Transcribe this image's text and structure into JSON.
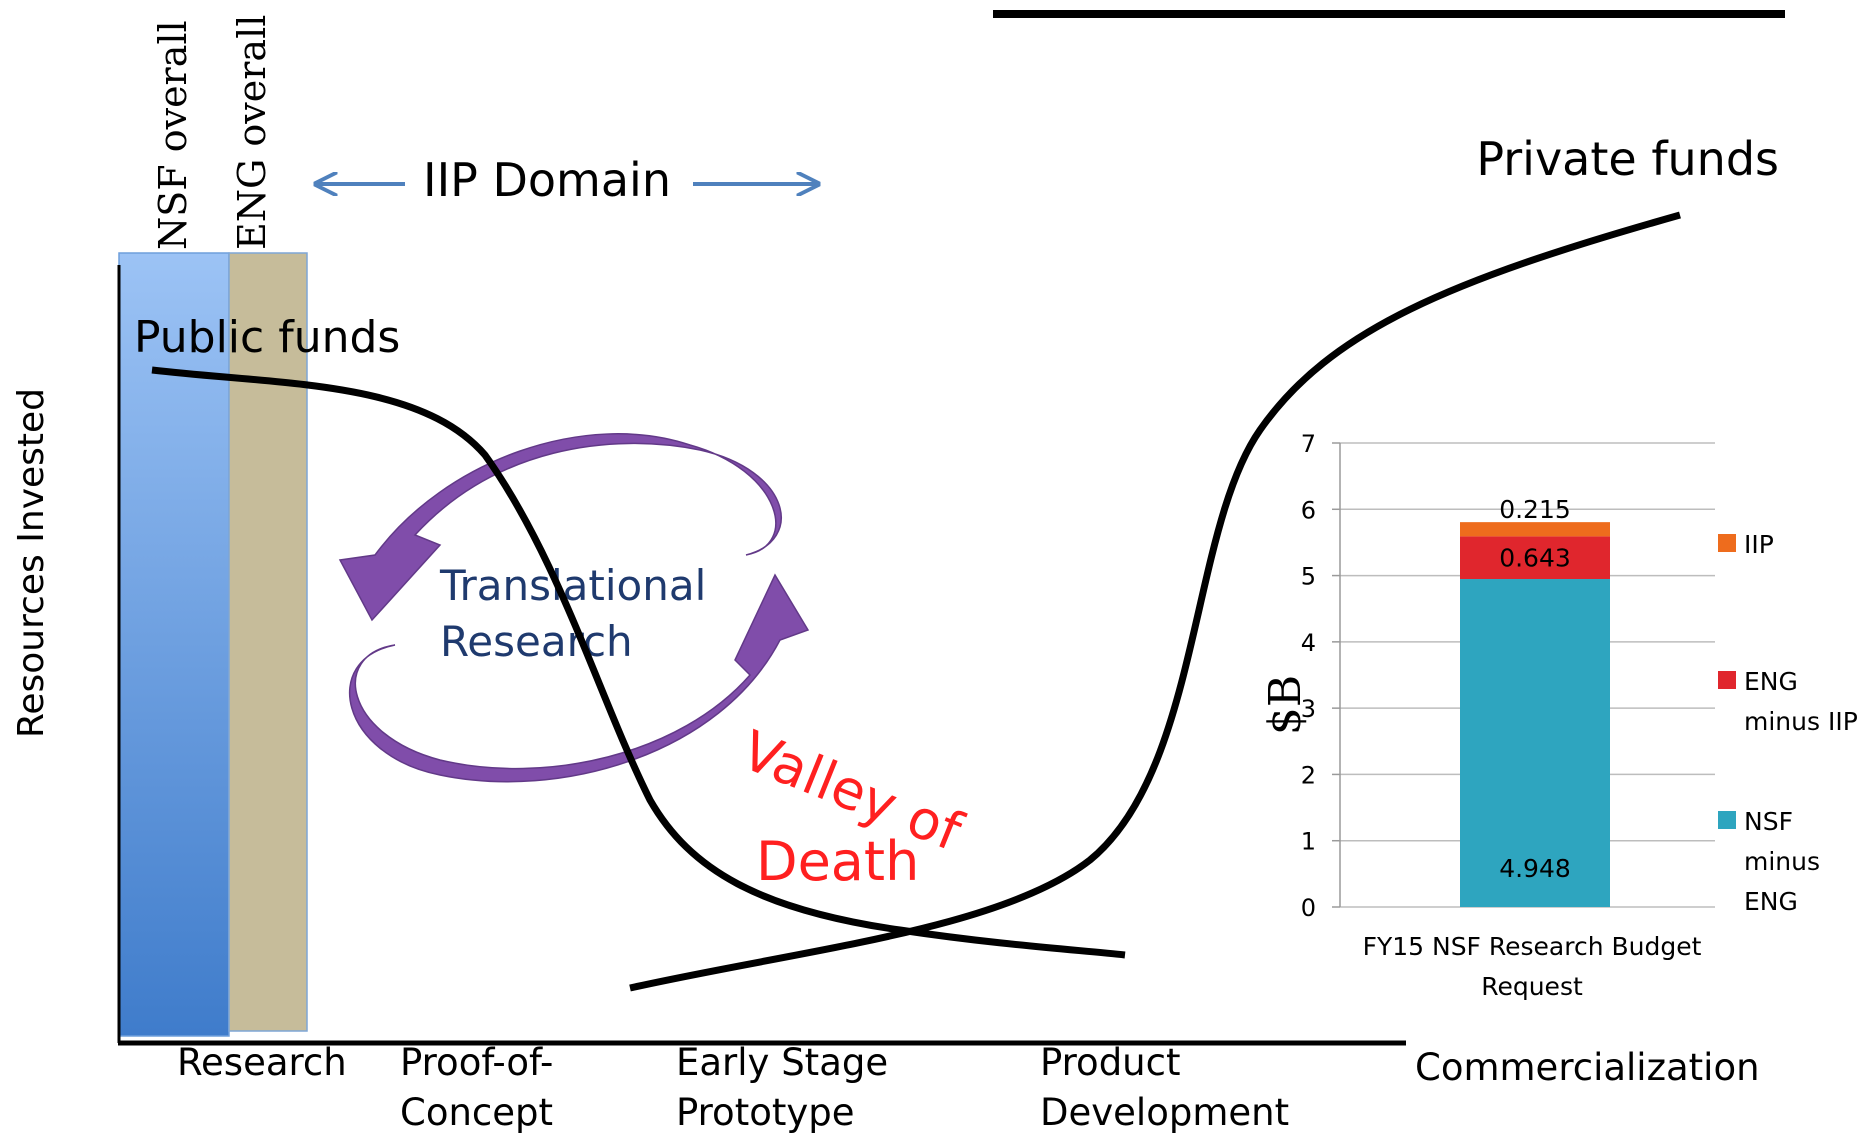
{
  "diagram": {
    "y_axis_label": "Resources Invested",
    "vertical_labels": {
      "nsf": "NSF overall",
      "eng": "ENG overall"
    },
    "iip_domain": "IIP Domain",
    "public_funds": "Public funds",
    "private_funds": "Private funds",
    "translational": {
      "line1": "Translational",
      "line2": "Research"
    },
    "valley_of_death": {
      "line1": "Valley of",
      "line2": "Death"
    },
    "stages": [
      {
        "line1": "Research",
        "line2": ""
      },
      {
        "line1": "Proof-of-",
        "line2": "Concept"
      },
      {
        "line1": "Early Stage",
        "line2": "Prototype"
      },
      {
        "line1": "Product",
        "line2": "Development"
      },
      {
        "line1": "Commercialization",
        "line2": ""
      }
    ],
    "colors": {
      "nsf_bar_top": "#9cc3f5",
      "nsf_bar_bottom": "#3f7ccb",
      "eng_bar": "#c6bc9a",
      "arrow": "#4f81bd",
      "cycle": "#7a44a6",
      "cycle_text": "#1f3a6e",
      "valley_text": "#ff2020"
    }
  },
  "chart_data": {
    "type": "bar",
    "stacked": true,
    "title": "FY15 NSF Research Budget Request",
    "xlabel": "FY15 NSF Research Budget Request",
    "ylabel": "$B",
    "ylim": [
      0,
      7
    ],
    "yticks": [
      "0",
      "1",
      "2",
      "3",
      "4",
      "5",
      "6",
      "7"
    ],
    "grid": true,
    "legend_position": "right",
    "categories": [
      "FY15 NSF Research Budget Request"
    ],
    "series": [
      {
        "name": "NSF minus ENG",
        "values": [
          4.948
        ],
        "label": "4.948",
        "color": "#2ea5bf"
      },
      {
        "name": "ENG minus IIP",
        "values": [
          0.643
        ],
        "label": "0.643",
        "color": "#e0262d"
      },
      {
        "name": "IIP",
        "values": [
          0.215
        ],
        "label": "0.215",
        "color": "#ee6c1d"
      }
    ],
    "legend": [
      {
        "lines": [
          "IIP"
        ],
        "color": "#ee6c1d"
      },
      {
        "lines": [
          "ENG",
          "minus IIP"
        ],
        "color": "#e0262d"
      },
      {
        "lines": [
          "NSF",
          "minus",
          "ENG"
        ],
        "color": "#2ea5bf"
      }
    ]
  }
}
